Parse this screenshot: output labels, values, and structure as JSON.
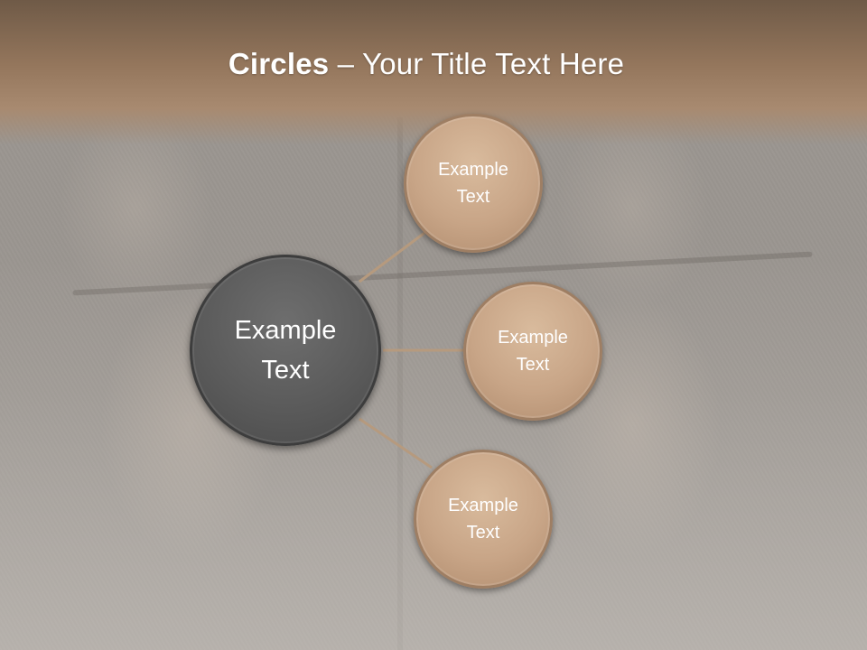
{
  "slide": {
    "title_bold": "Circles",
    "title_rest": " – Your Title Text Here",
    "center_circle": {
      "line1": "Example",
      "line2": "Text"
    },
    "satellites": [
      {
        "line1": "Example",
        "line2": "Text"
      },
      {
        "line1": "Example",
        "line2": "Text"
      },
      {
        "line1": "Example",
        "line2": "Text"
      }
    ]
  },
  "colors": {
    "title_band": "#94765c",
    "center_circle": "#5b5b5b",
    "satellite_circle": "#c8a587",
    "connector": "#b69a7e"
  }
}
